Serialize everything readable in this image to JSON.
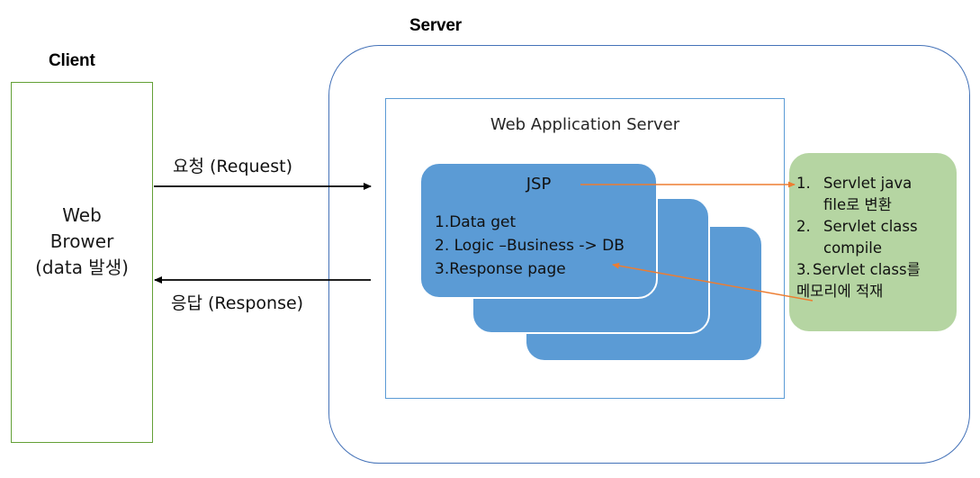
{
  "diagram": {
    "client": {
      "title": "Client",
      "box_text": "Web\nBrower\n(data 발생)",
      "border_color": "#63A036"
    },
    "server": {
      "title": "Server",
      "border_color": "#4472B8"
    },
    "was": {
      "title": "Web Application Server",
      "border_color": "#5B9BD5"
    },
    "jsp": {
      "title": "JSP",
      "lines": "1.Data get\n2. Logic –Business -> DB\n3.Response page",
      "fill_color": "#5B9BD5",
      "card_count": 3
    },
    "servlet": {
      "fill_color": "#B5D5A2",
      "items": [
        {
          "num": "1.",
          "line1": "Servlet java",
          "line2": "file로 변환"
        },
        {
          "num": "2.",
          "line1": "Servlet class",
          "line2": "compile"
        },
        {
          "num": "3.",
          "line1": "Servlet class를",
          "line2": "메모리에 적재"
        }
      ]
    },
    "flows": [
      {
        "label": "요청 (Request)",
        "direction": "right"
      },
      {
        "label": "응답 (Response)",
        "direction": "left"
      }
    ],
    "arrow_color": "#ED7D31",
    "flow_arrow_color": "#000000"
  }
}
